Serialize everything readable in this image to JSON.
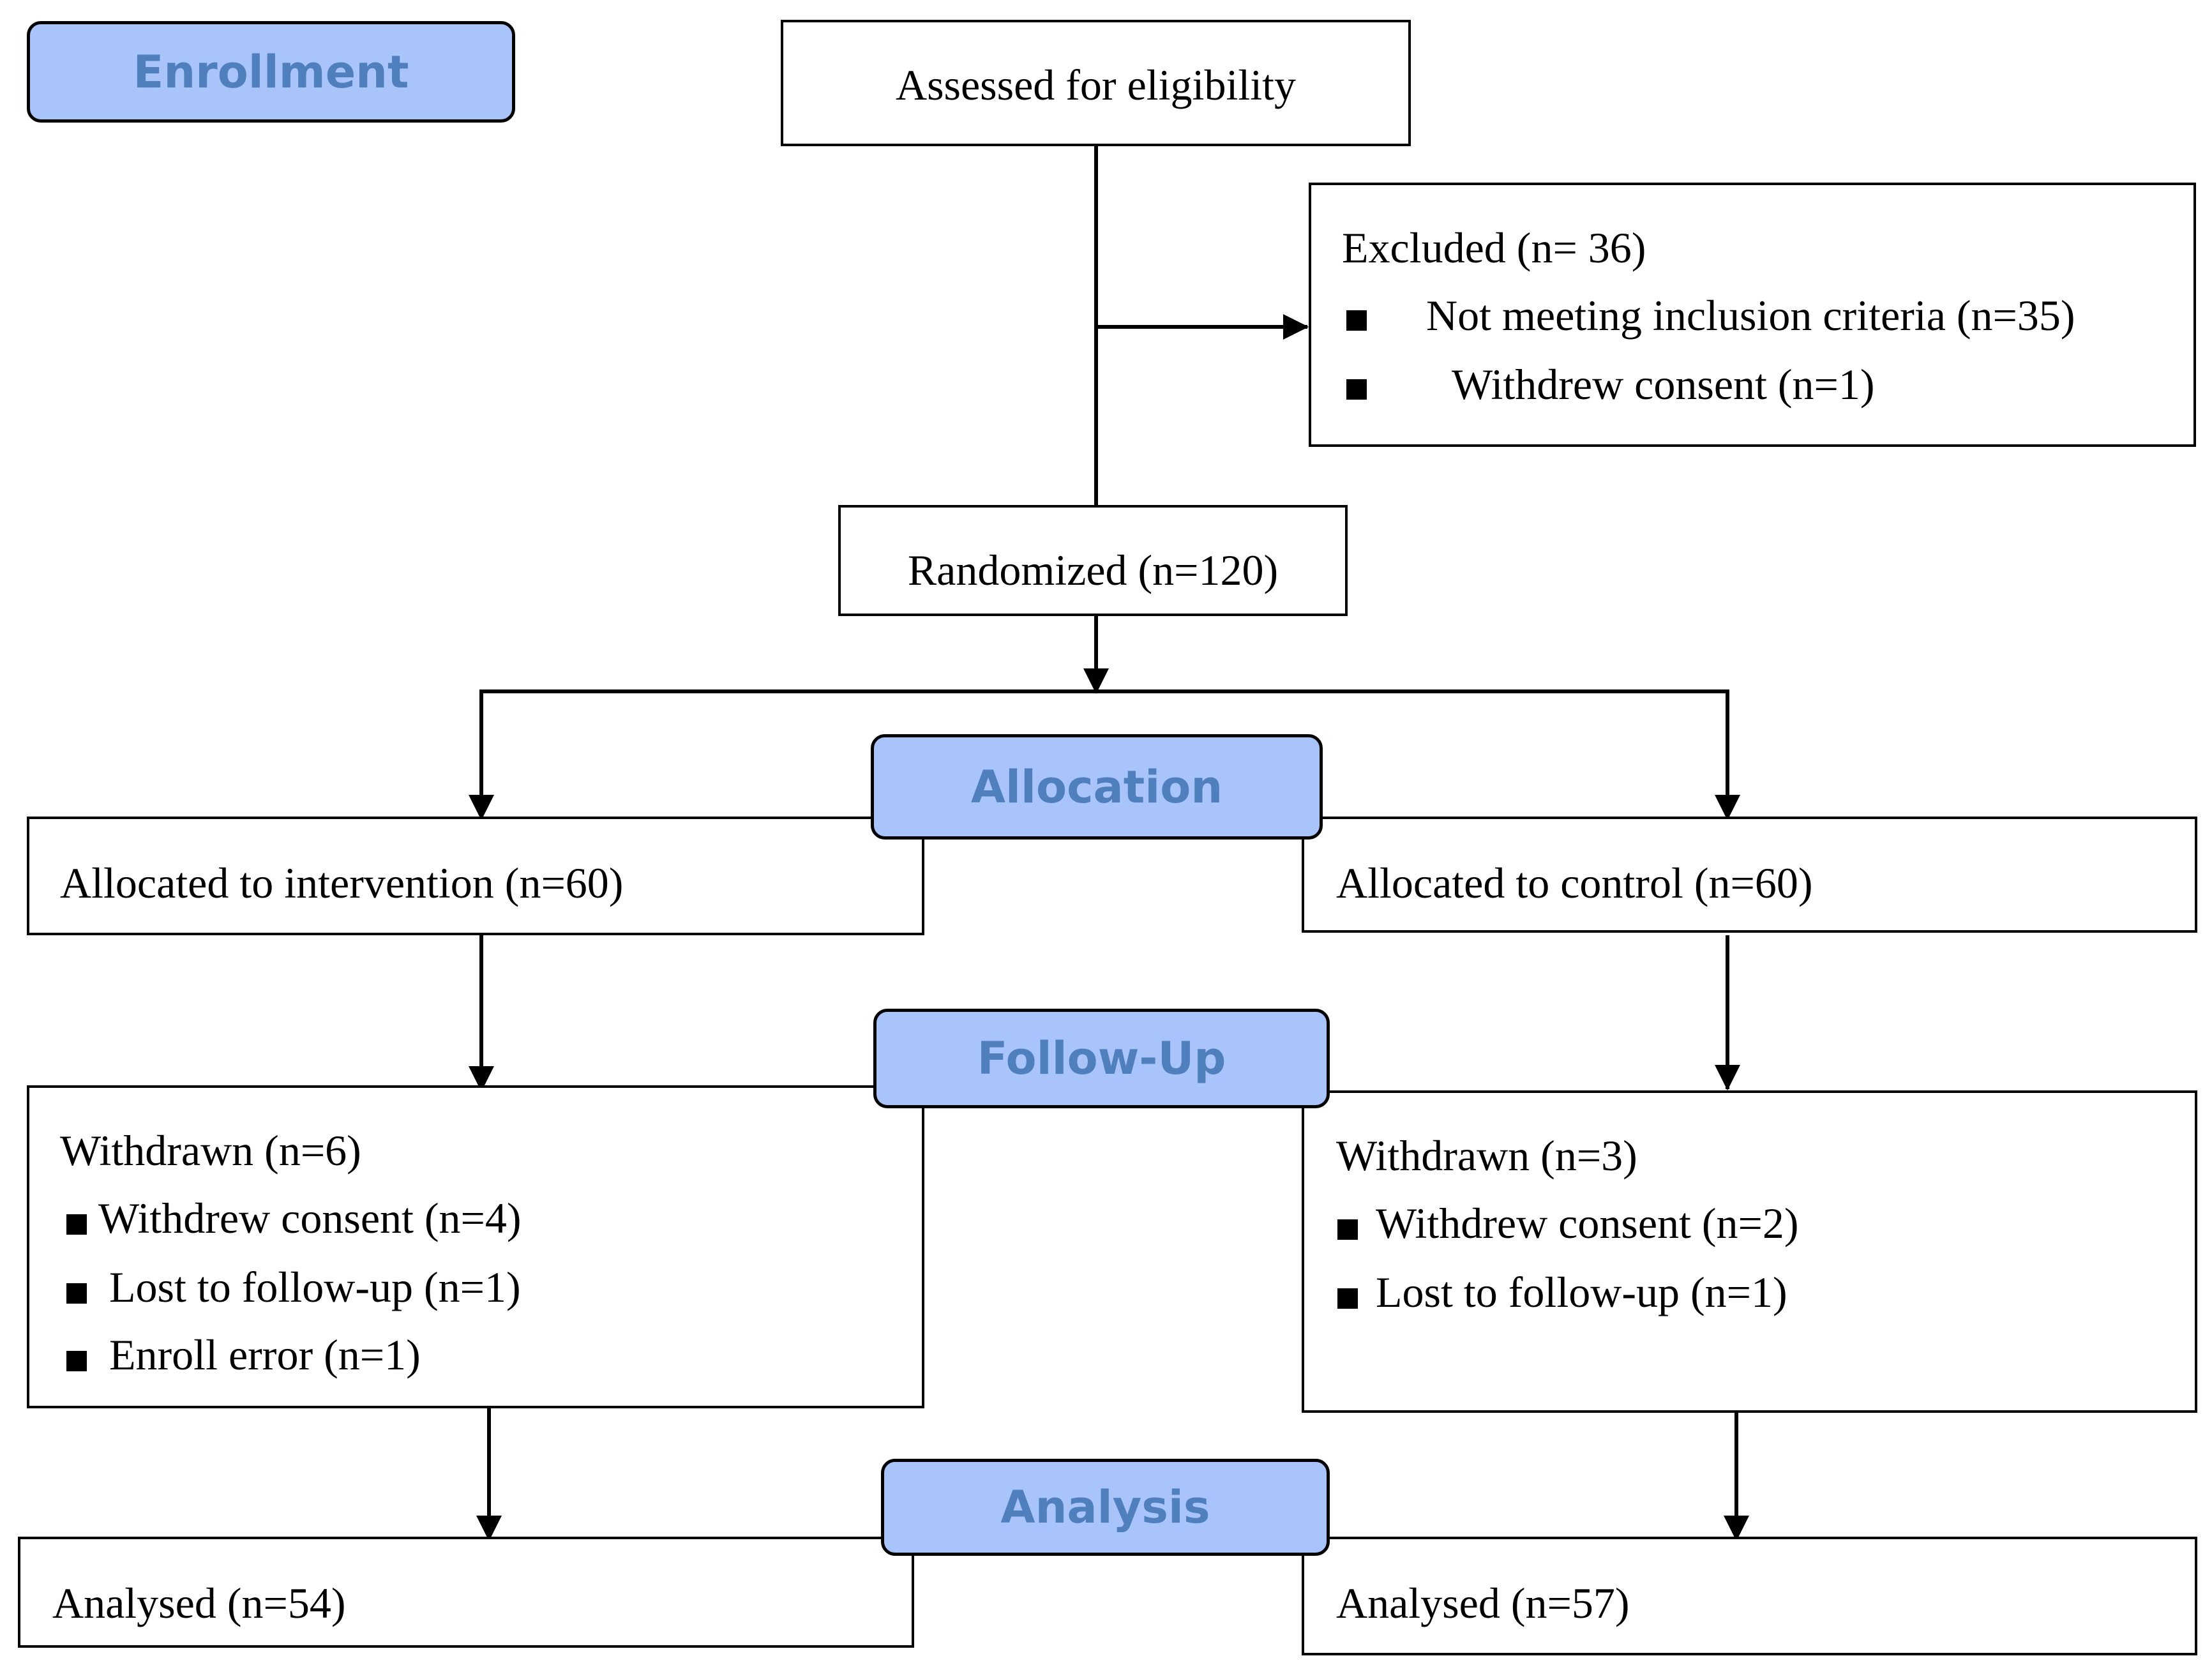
{
  "stages": {
    "enrollment": "Enrollment",
    "allocation": "Allocation",
    "follow_up": "Follow-Up",
    "analysis": "Analysis"
  },
  "assessed": {
    "label": "Assessed for eligibility"
  },
  "excluded": {
    "title": "Excluded (n= 36)",
    "items": [
      "Not meeting inclusion criteria (n=35)",
      "Withdrew consent (n=1)"
    ]
  },
  "randomized": {
    "label": "Randomized (n=120)"
  },
  "intervention": {
    "allocated": "Allocated to intervention (n=60)",
    "withdrawn_title": "Withdrawn (n=6)",
    "withdrawn_items": [
      "Withdrew consent (n=4)",
      "Lost to follow-up (n=1)",
      "Enroll error (n=1)"
    ],
    "analysed": "Analysed (n=54)"
  },
  "control": {
    "allocated": "Allocated to control (n=60)",
    "withdrawn_title": "Withdrawn (n=3)",
    "withdrawn_items": [
      "Withdrew consent (n=2)",
      "Lost to follow-up (n=1)"
    ],
    "analysed": "Analysed (n=57)"
  },
  "colors": {
    "stage_fill": "#a9c4fb",
    "stage_text": "#4f7fbd",
    "line": "#000000"
  }
}
